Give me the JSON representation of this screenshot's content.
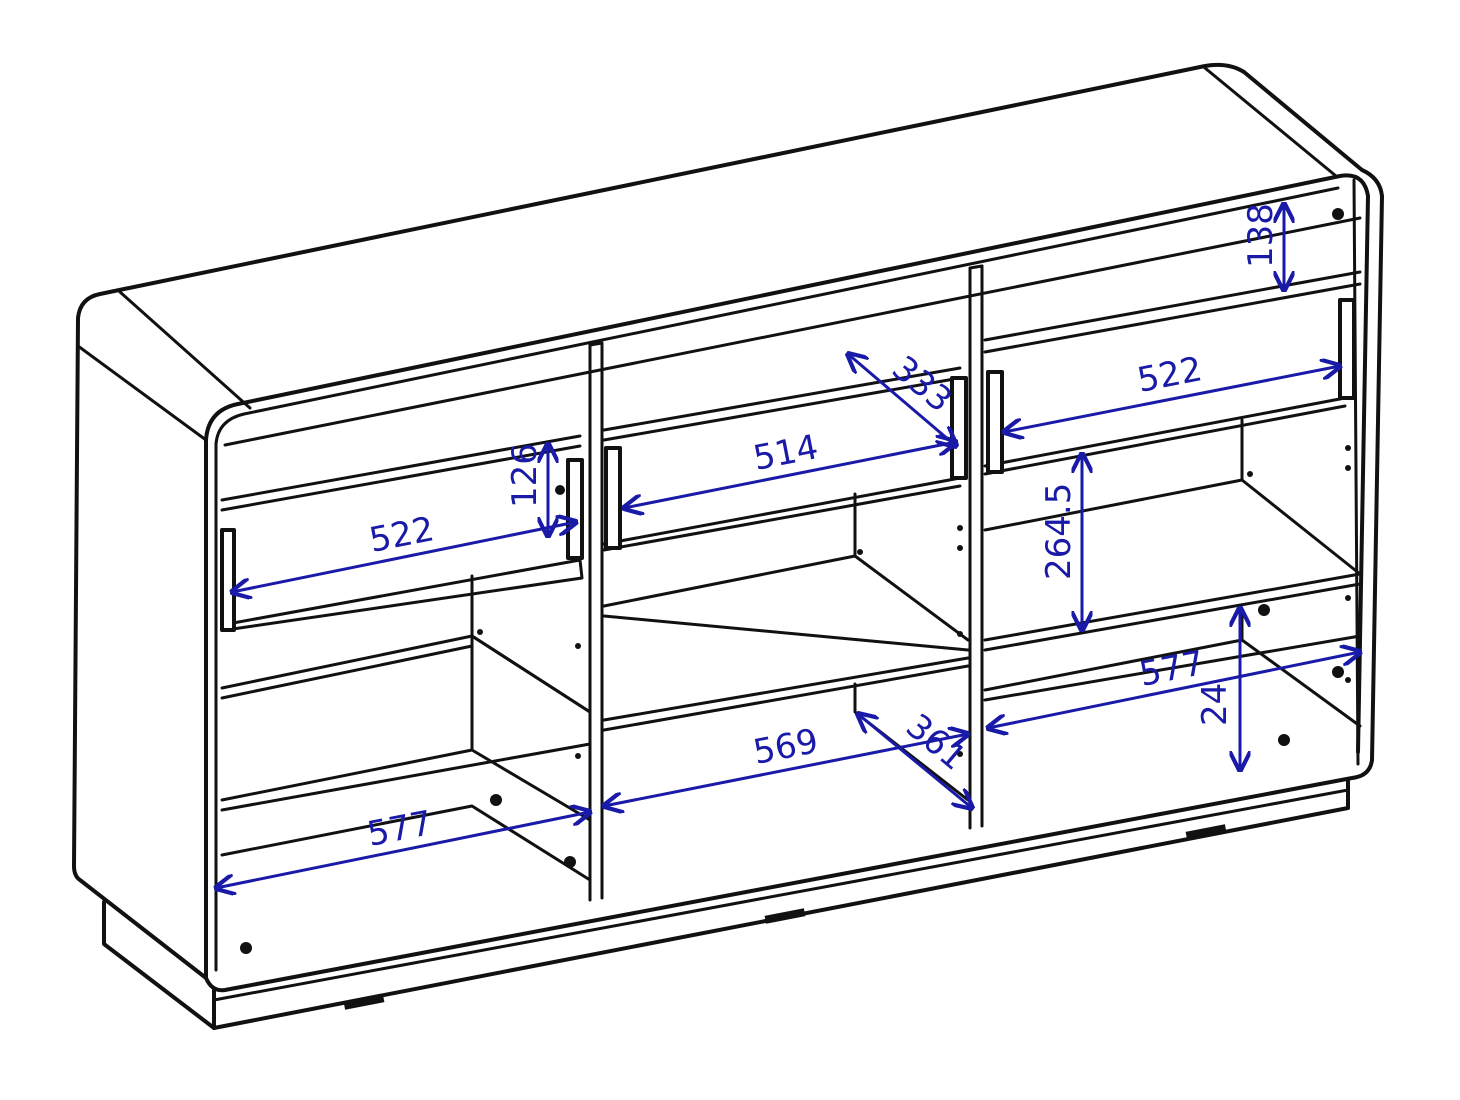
{
  "colors": {
    "outline": "#111111",
    "dimension": "#1a1aa8",
    "background": "#ffffff"
  },
  "dimensions": {
    "top_right_shelf_gap": "138",
    "right_upper_shelf_width": "522",
    "middle_upper_shelf_width": "514",
    "middle_upper_shelf_depth": "333",
    "left_upper_shelf_width": "522",
    "left_upper_shelf_gap": "126",
    "right_middle_height": "264.5",
    "right_lower_width": "577",
    "right_plinth_height": "24",
    "middle_lower_width": "569",
    "middle_lower_depth": "361",
    "left_lower_width": "577"
  }
}
